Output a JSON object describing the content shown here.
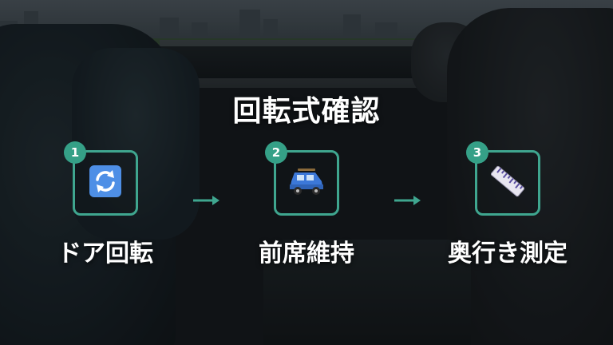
{
  "title": "回転式確認",
  "steps": [
    {
      "number": "1",
      "icon": "rotate-arrows-icon",
      "label": "ドア回転"
    },
    {
      "number": "2",
      "icon": "suv-car-icon",
      "label": "前席維持"
    },
    {
      "number": "3",
      "icon": "measuring-ruler-icon",
      "label": "奥行き測定"
    }
  ],
  "colors": {
    "accent": "#3fa68f",
    "badge": "#35a087",
    "text": "#ffffff",
    "rotate_icon_bg": "#4e8fe6",
    "car_icon": "#3c78d8"
  }
}
